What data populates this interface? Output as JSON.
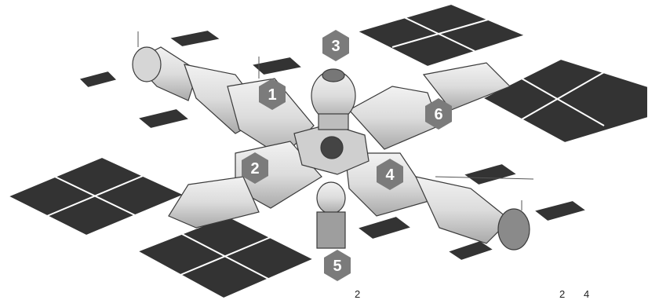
{
  "figure": {
    "labels": [
      {
        "id": "1",
        "text": "1"
      },
      {
        "id": "2",
        "text": "2"
      },
      {
        "id": "3",
        "text": "3"
      },
      {
        "id": "4",
        "text": "4"
      },
      {
        "id": "5",
        "text": "5"
      },
      {
        "id": "6",
        "text": "6"
      }
    ],
    "bottom_fragments": [
      "2",
      "2",
      "4"
    ],
    "colors": {
      "badge_fill": "#7b7b7b",
      "badge_text": "#ffffff",
      "panel_fill": "#333333",
      "panel_grid": "#ffffff",
      "hull_fill": "#e6e6e6",
      "hull_line": "#3a3a3a"
    }
  }
}
